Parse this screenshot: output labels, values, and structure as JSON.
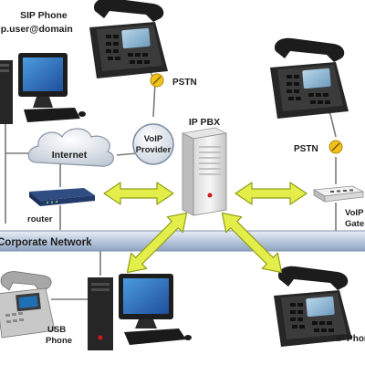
{
  "labels": {
    "sip_phone": "SIP Phone",
    "sip_user": "sip.user@domain",
    "pstn_top": "PSTN",
    "voip_provider_line1": "VoIP",
    "voip_provider_line2": "Provider",
    "internet": "Internet",
    "ip_pbx": "IP PBX",
    "pstn_right": "PSTN",
    "voip_gateway_line1": "VoIP",
    "voip_gateway_line2": "Gate",
    "router": "router",
    "corporate_network": "Corporate Network",
    "usb_phone_line1": "USB",
    "usb_phone_line2": "Phone",
    "ip_phone": "IP Phone"
  },
  "colors": {
    "arrow_fill": "#e4ee4a",
    "arrow_stroke": "#8f9d19",
    "network_bar": "#a9bcd6",
    "connector_line": "#7a7a7a",
    "pstn_icon": "#f1c21b"
  }
}
